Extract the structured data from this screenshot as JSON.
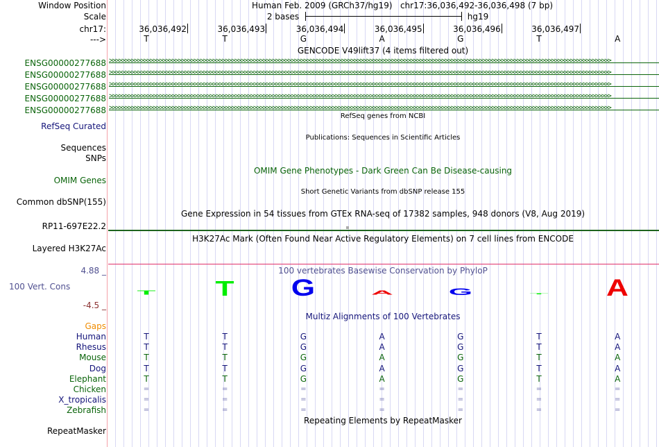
{
  "labels": {
    "window_position": "Window Position",
    "scale": "Scale",
    "chrom": "chr17:",
    "strand": "--->",
    "refseq": "RefSeq Curated",
    "sequences": "Sequences",
    "snps": "SNPs",
    "omim": "OMIM Genes",
    "dbsnp": "Common dbSNP(155)",
    "gtex_gene": "RP11-697E22.2",
    "h3k27": "Layered H3K27Ac",
    "cons_max": "4.88 _",
    "cons_label": "100 Vert. Cons",
    "cons_min": "-4.5 _",
    "gaps": "Gaps",
    "repeatmasker": "RepeatMasker"
  },
  "header": {
    "assembly": "Human Feb. 2009 (GRCh37/hg19)   chr17:36,036,492-36,036,498 (7 bp)",
    "scale_text": "2 bases",
    "scale_db": "hg19"
  },
  "positions": [
    "36,036,492",
    "36,036,493",
    "36,036,494",
    "36,036,495",
    "36,036,496",
    "36,036,497"
  ],
  "sequence": [
    "T",
    "T",
    "G",
    "A",
    "G",
    "T",
    "A"
  ],
  "gencode": {
    "title": "GENCODE V49lift37 (4 items filtered out)",
    "genes": [
      "ENSG00000277688",
      "ENSG00000277688",
      "ENSG00000277688",
      "ENSG00000277688",
      "ENSG00000277688"
    ],
    "color": "#0a640a"
  },
  "tracks": {
    "refseq_title": "RefSeq genes from NCBI",
    "pubs_title": "Publications: Sequences in Scientific Articles",
    "omim_title": "OMIM Gene Phenotypes - Dark Green Can Be Disease-causing",
    "dbsnp_title": "Short Genetic Variants from dbSNP release 155",
    "gtex_title": "Gene Expression in 54 tissues from GTEx RNA-seq of 17382 samples, 948 donors (V8, Aug 2019)",
    "h3k27_title": "H3K27Ac Mark (Often Found Near Active Regulatory Elements) on 7 cell lines from ENCODE",
    "phylop_title": "100 vertebrates Basewise Conservation by PhyloP",
    "multiz_title": "Multiz Alignments of 100 Vertebrates",
    "rmsk_title": "Repeating Elements by RepeatMasker"
  },
  "phylop_logo": [
    {
      "base": "T",
      "height": 0.25,
      "color": "#00ee00"
    },
    {
      "base": "T",
      "height": 0.9,
      "color": "#00ee00"
    },
    {
      "base": "G",
      "height": 1.0,
      "color": "#0000ee"
    },
    {
      "base": "A",
      "height": 0.25,
      "color": "#ee0000"
    },
    {
      "base": "G",
      "height": 0.4,
      "color": "#0000ee"
    },
    {
      "base": "T",
      "height": 0.03,
      "color": "#00ee00"
    },
    {
      "base": "A",
      "height": 1.0,
      "color": "#ee0000"
    }
  ],
  "species": [
    {
      "name": "Human",
      "color": "#14147a",
      "bases": [
        "T",
        "T",
        "G",
        "A",
        "G",
        "T",
        "A"
      ]
    },
    {
      "name": "Rhesus",
      "color": "#14147a",
      "bases": [
        "T",
        "T",
        "G",
        "A",
        "G",
        "T",
        "A"
      ]
    },
    {
      "name": "Mouse",
      "color": "#0a640a",
      "bases": [
        "T",
        "T",
        "G",
        "A",
        "G",
        "T",
        "A"
      ]
    },
    {
      "name": "Dog",
      "color": "#14147a",
      "bases": [
        "T",
        "T",
        "G",
        "A",
        "G",
        "T",
        "A"
      ]
    },
    {
      "name": "Elephant",
      "color": "#0a640a",
      "bases": [
        "T",
        "T",
        "G",
        "A",
        "G",
        "T",
        "A"
      ]
    },
    {
      "name": "Chicken",
      "color": "#0a640a",
      "bases": [
        "=",
        "=",
        "=",
        "=",
        "=",
        "=",
        "="
      ]
    },
    {
      "name": "X_tropicalis",
      "color": "#14147a",
      "bases": [
        "=",
        "=",
        "=",
        "=",
        "=",
        "=",
        "="
      ]
    },
    {
      "name": "Zebrafish",
      "color": "#0a640a",
      "bases": [
        "=",
        "=",
        "=",
        "=",
        "=",
        "=",
        "="
      ]
    }
  ]
}
